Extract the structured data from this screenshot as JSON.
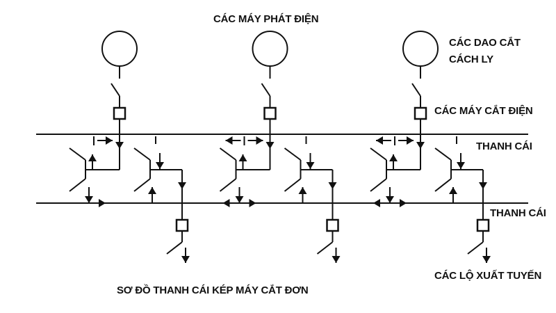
{
  "labels": {
    "generators": "CÁC MÁY PHÁT ĐIỆN",
    "disconnectors_line1": "CÁC DAO CẮT",
    "disconnectors_line2": "CÁCH LY",
    "breakers": "CÁC MÁY CẮT ĐIỆN",
    "busbar_1": "THANH CÁI",
    "busbar_2": "THANH CÁI",
    "feeders": "CÁC LỘ XUẤT TUYẾN",
    "title": "SƠ ĐỒ THANH CÁI KÉP MÁY CẮT ĐƠN"
  },
  "colors": {
    "line": "#111111",
    "background": "#ffffff"
  }
}
